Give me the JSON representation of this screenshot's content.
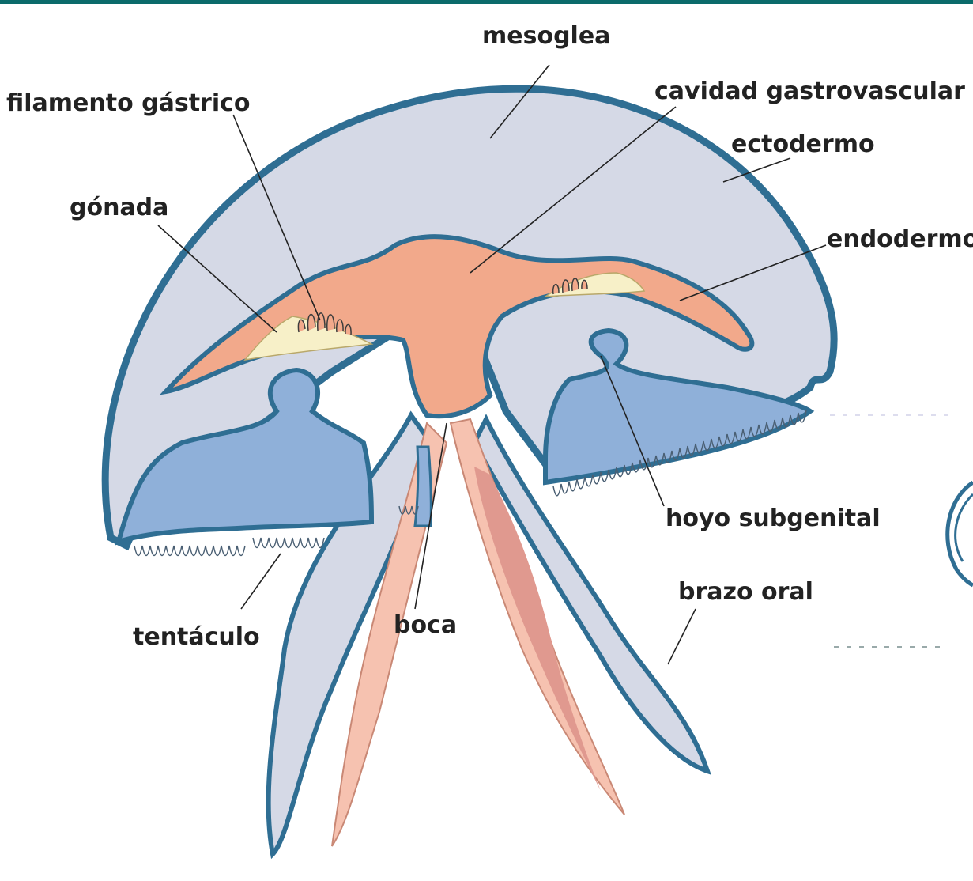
{
  "labels": {
    "mesoglea": "mesoglea",
    "filamento_gastrico": "filamento gástrico",
    "cavidad_gastrovascular": "cavidad gastrovascular",
    "ectodermo": "ectodermo",
    "gonada": "gónada",
    "endodermo": "endodermo",
    "hoyo_subgenital": "hoyo subgenital",
    "brazo_oral": "brazo oral",
    "tentaculo": "tentáculo",
    "boca": "boca"
  },
  "colors": {
    "top_bar": "#0b6b6b",
    "ectoderm_outline": "#2f6e93",
    "ectoderm_fill": "#5b93bd",
    "mesoglea": "#d5d9e6",
    "gastrovascular_cavity": "#f2a98b",
    "oral_arm": "#f6c2b0",
    "oral_arm_groove": "#e0998f",
    "gonad": "#f7f0c8",
    "subgenital_pit": "#8fb0d9",
    "label_text": "#222222"
  }
}
